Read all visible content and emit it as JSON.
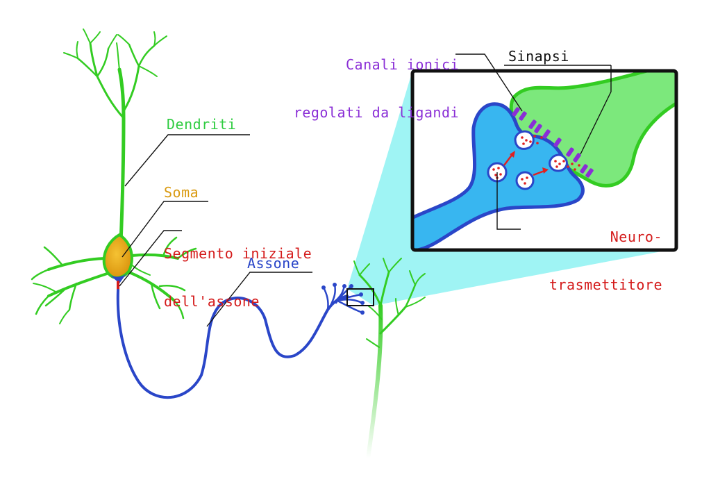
{
  "labels": {
    "dendrites": "Dendriti",
    "soma": "Soma",
    "ais_line1": "Segmento iniziale",
    "ais_line2": "dell'assone",
    "axon": "Assone",
    "channels_line1": "Canali ionici",
    "channels_line2": "regolati da ligandi",
    "synapse": "Sinapsi",
    "nt_line1": "Neuro-",
    "nt_line2": "trasmettitore"
  },
  "colors": {
    "dendrite_green": "#33cc22",
    "soma_orange": "#f2b21e",
    "axon_blue": "#2a46c8",
    "presynaptic_fill": "#38b6f0",
    "postsynaptic_fill": "#7ce87c",
    "channel_purple": "#8a2ed6",
    "vesicle_red": "#e02020",
    "ais_red": "#d41a1a",
    "zoom_cyan": "#7ff0f0"
  }
}
